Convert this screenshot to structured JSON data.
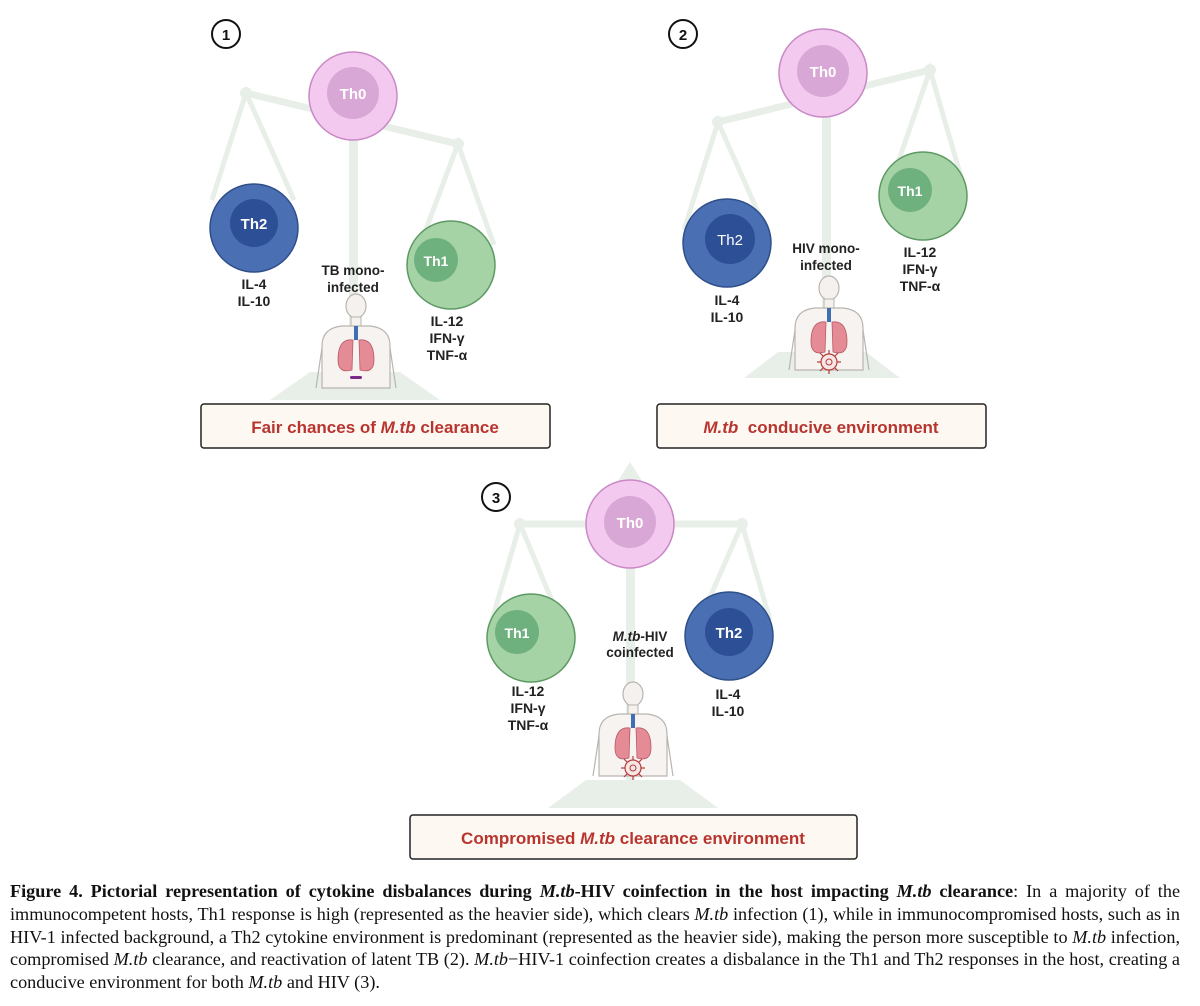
{
  "panels": [
    {
      "number": "1",
      "th0": "Th0",
      "left_cell": "Th2",
      "right_cell": "Th1",
      "left_cytokines": [
        "IL-4",
        "IL-10"
      ],
      "right_cytokines": [
        "IL-12",
        "IFN-γ",
        "TNF-α"
      ],
      "host_label": [
        "TB mono-",
        "infected"
      ],
      "outcome": {
        "before": "Fair chances of ",
        "italic": "M.tb",
        "after": " clearance"
      }
    },
    {
      "number": "2",
      "th0": "Th0",
      "left_cell": "Th2",
      "right_cell": "Th1",
      "left_cytokines": [
        "IL-4",
        "IL-10"
      ],
      "right_cytokines": [
        "IL-12",
        "IFN-γ",
        "TNF-α"
      ],
      "host_label": [
        "HIV mono-",
        "infected"
      ],
      "outcome": {
        "before": "",
        "italic": "M.tb",
        "after": "  conducive environment"
      }
    },
    {
      "number": "3",
      "th0": "Th0",
      "left_cell": "Th1",
      "right_cell": "Th2",
      "left_cytokines": [
        "IL-12",
        "IFN-γ",
        "TNF-α"
      ],
      "right_cytokines": [
        "IL-4",
        "IL-10"
      ],
      "host_label_italic": "M.tb",
      "host_label_rest": "-HIV",
      "host_label_line2": "coinfected",
      "outcome": {
        "before": "Compromised ",
        "italic": "M.tb",
        "after": " clearance environment"
      }
    }
  ],
  "caption": {
    "title_prefix": "Figure 4. Pictorial representation of cytokine disbalances during ",
    "title_mtb1": "M.tb",
    "title_mid": "-HIV coinfection in the host impacting ",
    "title_mtb2": "M.tb",
    "title_suffix": " clearance",
    "s1": ": In a majority of the immunocompetent hosts, Th1 response is high (represented as the heavier side), which clears ",
    "s1_mtb": "M.tb",
    "s2": " infection (1), while in immunocompromised hosts, such as in HIV-1 infected background, a Th2 cytokine environment is predominant (represented as the heavier side), making the person more susceptible to ",
    "s2_mtb": "M.tb",
    "s3": " infection, compromised ",
    "s3_mtb": "M.tb",
    "s4": " clearance, and reactivation of latent TB (2). ",
    "s4_mtb": "M.tb",
    "s5": "−HIV-1 coinfection creates a disbalance in the Th1 and Th2 responses in the host, creating a conducive environment for both ",
    "s5_mtb": "M.tb",
    "s6": " and HIV (3)."
  },
  "colors": {
    "th0_outer": "#f3c9ef",
    "th0_inner": "#d9a7d5",
    "th1_outer": "#a6d3a5",
    "th1_inner": "#6fb07f",
    "th2_outer": "#4a6fb3",
    "th2_inner": "#2c4f96",
    "outcome_text": "#b8352f",
    "scale": "#e8efe8"
  }
}
